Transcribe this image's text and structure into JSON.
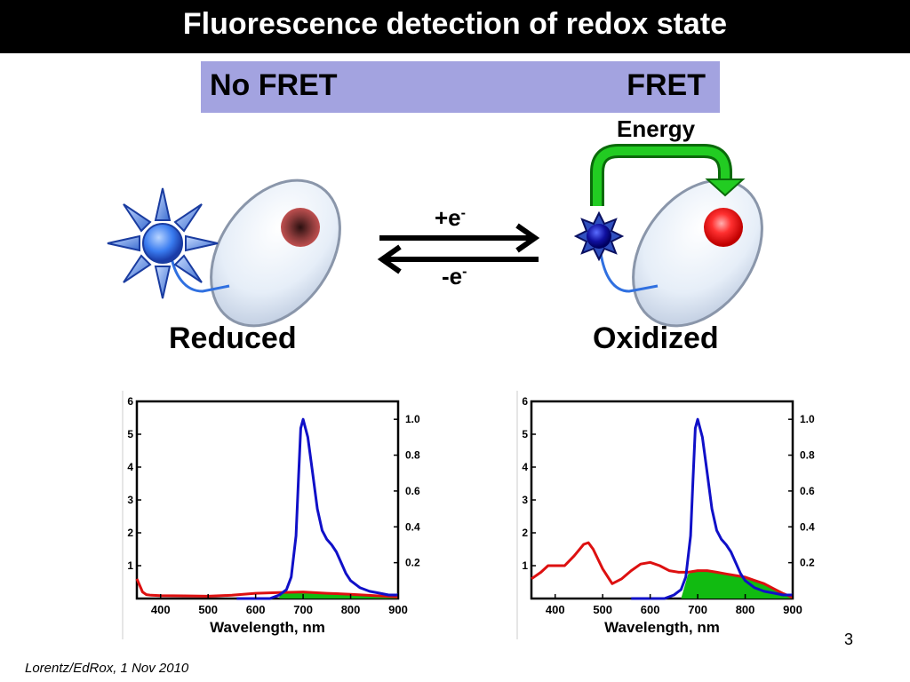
{
  "title": "Fluorescence detection of redox state",
  "fret_bar": {
    "left": "No FRET",
    "right": "FRET",
    "color": "#a3a3e0"
  },
  "energy_label": "Energy",
  "reaction": {
    "forward": "+e",
    "forward_sup": "-",
    "reverse": "-e",
    "reverse_sup": "-"
  },
  "states": {
    "reduced": "Reduced",
    "oxidized": "Oxidized"
  },
  "icons": [
    "fluorophore-star-icon",
    "protein-oval-icon",
    "quencher-dot-icon",
    "energy-transfer-arrow-icon",
    "equilibrium-arrows-icon"
  ],
  "colors": {
    "blue_trace": "#1010c8",
    "red_trace": "#dd1010",
    "green_fill": "#11bb11",
    "energy_arrow": "#1cc01c"
  },
  "chart_data": [
    {
      "type": "line",
      "panel": "Reduced",
      "xlabel": "Wavelength, nm",
      "xticks": [
        400,
        500,
        600,
        700,
        800,
        900
      ],
      "xlim": [
        350,
        900
      ],
      "yticks_left": [
        1,
        2,
        3,
        4,
        5,
        6
      ],
      "ylim_left": [
        0,
        6
      ],
      "yticks_right": [
        "0.2",
        "0.4",
        "0.6",
        "0.8",
        "1.0"
      ],
      "ylim_right": [
        0,
        1.1
      ],
      "series": [
        {
          "axis": "left",
          "x": [
            350,
            356,
            362,
            370,
            380,
            400,
            450,
            500,
            550,
            600,
            650,
            700,
            750,
            800,
            850,
            900
          ],
          "y": [
            0.6,
            0.4,
            0.2,
            0.12,
            0.1,
            0.09,
            0.08,
            0.07,
            0.1,
            0.16,
            0.18,
            0.2,
            0.16,
            0.13,
            0.09,
            0.05
          ]
        },
        {
          "axis": "right",
          "x": [
            560,
            600,
            630,
            650,
            665,
            675,
            685,
            690,
            695,
            700,
            710,
            720,
            730,
            740,
            750,
            760,
            770,
            780,
            790,
            800,
            820,
            840,
            860,
            880,
            900
          ],
          "y": [
            0.0,
            0.0,
            0.0,
            0.02,
            0.05,
            0.12,
            0.35,
            0.65,
            0.95,
            1.0,
            0.9,
            0.7,
            0.5,
            0.38,
            0.33,
            0.3,
            0.26,
            0.2,
            0.14,
            0.1,
            0.06,
            0.04,
            0.03,
            0.02,
            0.02
          ]
        },
        {
          "axis": "left",
          "fill": true,
          "x": [
            650,
            700,
            750,
            800,
            850,
            900
          ],
          "y": [
            0.15,
            0.2,
            0.16,
            0.12,
            0.08,
            0.04
          ]
        }
      ]
    },
    {
      "type": "line",
      "panel": "Oxidized",
      "xlabel": "Wavelength, nm",
      "xticks": [
        400,
        500,
        600,
        700,
        800,
        900
      ],
      "xlim": [
        350,
        900
      ],
      "yticks_left": [
        1,
        2,
        3,
        4,
        5,
        6
      ],
      "ylim_left": [
        0,
        6
      ],
      "yticks_right": [
        "0.2",
        "0.4",
        "0.6",
        "0.8",
        "1.0"
      ],
      "ylim_right": [
        0,
        1.1
      ],
      "series": [
        {
          "axis": "left",
          "x": [
            350,
            370,
            385,
            400,
            420,
            440,
            460,
            470,
            480,
            500,
            520,
            540,
            560,
            580,
            600,
            620,
            640,
            660,
            680,
            700,
            720,
            740,
            760,
            780,
            800,
            820,
            840,
            860,
            880,
            900
          ],
          "y": [
            0.6,
            0.8,
            1.0,
            1.0,
            1.0,
            1.3,
            1.65,
            1.7,
            1.5,
            0.9,
            0.45,
            0.6,
            0.85,
            1.05,
            1.1,
            1.0,
            0.85,
            0.8,
            0.8,
            0.85,
            0.85,
            0.8,
            0.75,
            0.7,
            0.65,
            0.55,
            0.45,
            0.3,
            0.15,
            0.03
          ]
        },
        {
          "axis": "right",
          "x": [
            560,
            600,
            630,
            650,
            665,
            675,
            685,
            690,
            695,
            700,
            710,
            720,
            730,
            740,
            750,
            760,
            770,
            780,
            790,
            800,
            820,
            840,
            860,
            880,
            900
          ],
          "y": [
            0.0,
            0.0,
            0.0,
            0.02,
            0.05,
            0.12,
            0.35,
            0.65,
            0.95,
            1.0,
            0.9,
            0.7,
            0.5,
            0.38,
            0.33,
            0.3,
            0.26,
            0.2,
            0.14,
            0.1,
            0.06,
            0.04,
            0.03,
            0.02,
            0.02
          ]
        },
        {
          "axis": "left",
          "fill": true,
          "x": [
            665,
            680,
            700,
            720,
            740,
            760,
            780,
            800,
            820,
            840,
            860,
            880,
            900
          ],
          "y": [
            0.0,
            0.75,
            0.85,
            0.85,
            0.8,
            0.75,
            0.7,
            0.65,
            0.55,
            0.45,
            0.3,
            0.15,
            0.03
          ]
        }
      ]
    }
  ],
  "page_number": "3",
  "credit": "Lorentz/EdRox, 1 Nov 2010"
}
